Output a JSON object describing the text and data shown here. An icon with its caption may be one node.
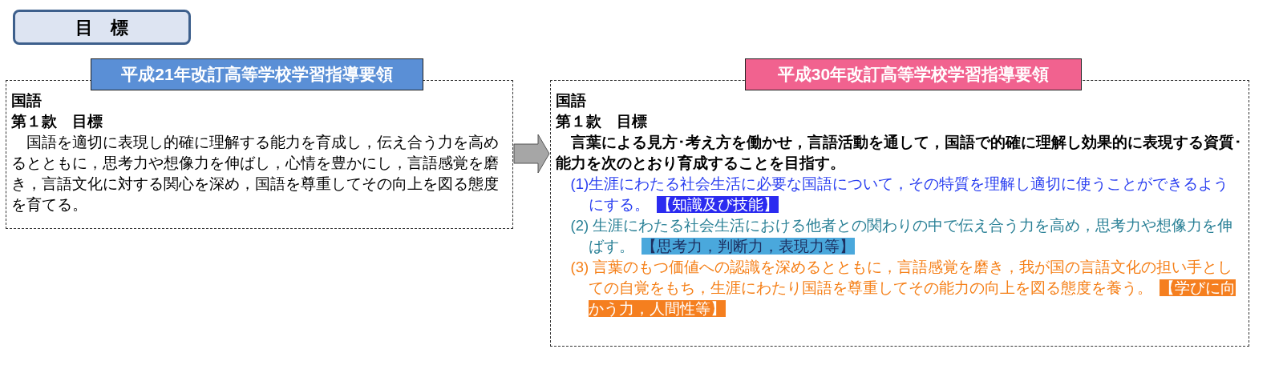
{
  "diagram": {
    "title": "目　標",
    "nodes": [
      {
        "text": [
          "平成21年改訂高等学校学習指導要領",
          "国語",
          "第１款　目標",
          "国語を適切に表現し的確に理解する能力を育成し，伝え合う力を高めるとともに，思考力や想像力を伸ばし，心情を豊かにし，言語感覚を磨き，言語文化に対する関心を深め，国語を尊重してその向上を図る態度を育てる。"
        ]
      },
      {
        "text": [
          "平成30年改訂高等学校学習指導要領",
          "国語",
          "第１款　目標",
          "言葉による見方･考え方を働かせ，言語活動を通して，国語で的確に理解し効果的に表現する資質･能力を次のとおり育成することを目指す。",
          "(1)生涯にわたる社会生活に必要な国語について，その特質を理解し適切に使うことができるようにする。",
          "【知識及び技能】",
          "(2) 生涯にわたる社会生活における他者との関わりの中で伝え合う力を高め，思考力や想像力を伸ばす。",
          "【思考力，判断力，表現力等】",
          "(3) 言葉のもつ価値への認識を深めるとともに，言語感覚を磨き，我が国の言語文化の担い手としての自覚をもち，生涯にわたり国語を尊重してその能力の向上を図る態度を養う。",
          "【学びに向かう力，人間性等】"
        ]
      }
    ],
    "edges": [
      {
        "from": 0,
        "to": 1,
        "arrow": "to"
      }
    ]
  }
}
